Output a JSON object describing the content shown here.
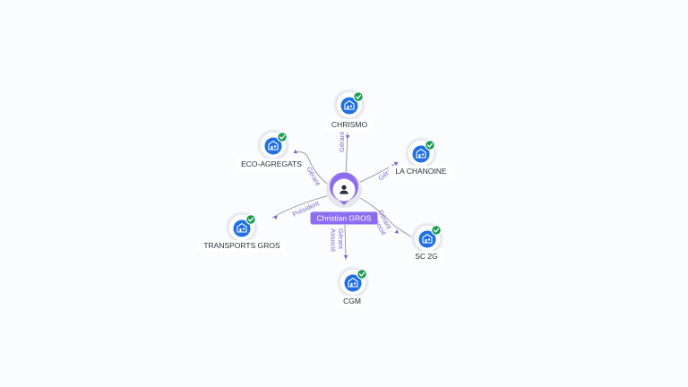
{
  "center": {
    "label": "Christian GROS",
    "icon": "person-icon"
  },
  "companies": [
    {
      "id": "chrismo",
      "label": "CHRISMO",
      "icon": "building-icon",
      "status": "verified-check-icon",
      "relation": "Gérant",
      "relation_lines": [
        "Gérant"
      ]
    },
    {
      "id": "eco-agregats",
      "label": "ECO-AGREGATS",
      "icon": "building-icon",
      "status": "verified-check-icon",
      "relation": "Gérant",
      "relation_lines": [
        "Gérant"
      ]
    },
    {
      "id": "la-chanoine",
      "label": "LA CHANOINE",
      "icon": "building-icon",
      "status": "verified-check-icon",
      "relation": "Gérant",
      "relation_lines": [
        "Gérant"
      ]
    },
    {
      "id": "transports-gros",
      "label": "TRANSPORTS GROS",
      "icon": "building-icon",
      "status": "verified-check-icon",
      "relation": "Président",
      "relation_lines": [
        "Président"
      ]
    },
    {
      "id": "sc-2g",
      "label": "SC 2G",
      "icon": "building-icon",
      "status": "verified-check-icon",
      "relation": "Gérant Associé",
      "relation_lines": [
        "Gérant",
        "Associé"
      ]
    },
    {
      "id": "cgm",
      "label": "CGM",
      "icon": "building-icon",
      "status": "verified-check-icon",
      "relation": "Gérant Associé",
      "relation_lines": [
        "Gérant",
        "Associé"
      ]
    }
  ],
  "colors": {
    "person_accent": "#8e6cf0",
    "building_icon": "#1f6fe5",
    "verified": "#1b9c50",
    "edge": "#8f8f9f",
    "edge_label": "#7b6ad8"
  }
}
